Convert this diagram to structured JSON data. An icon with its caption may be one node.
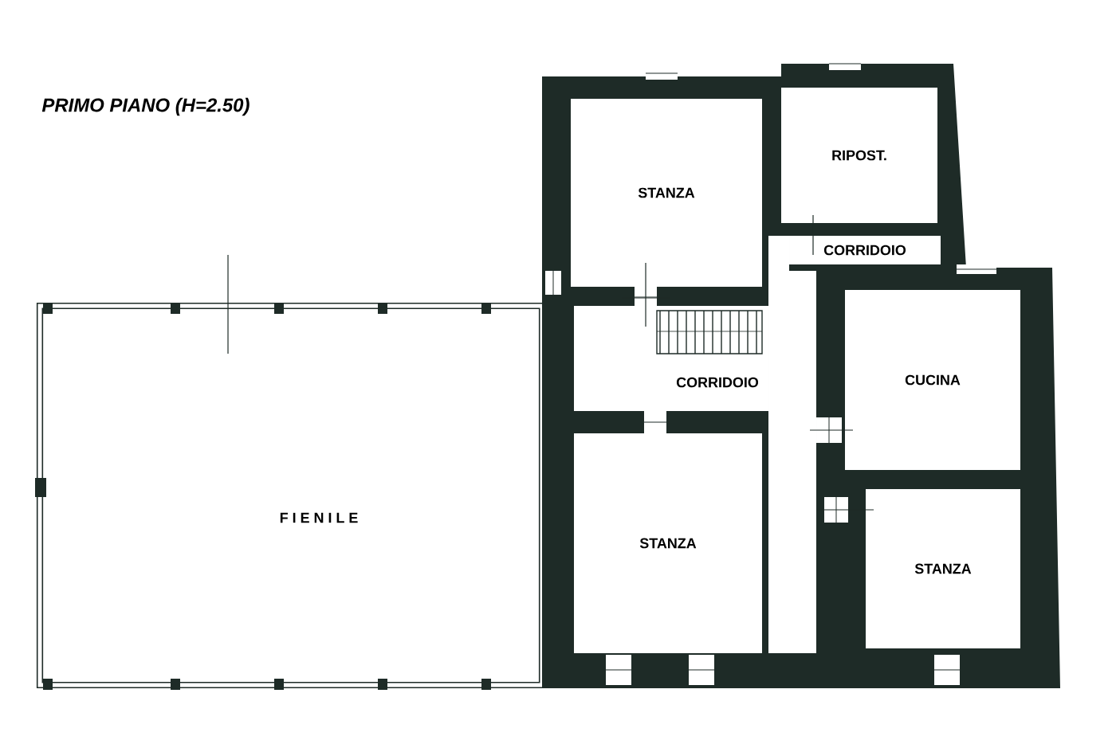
{
  "diagram": {
    "title": "PRIMO PIANO (H=2.50)",
    "nodes": [
      {
        "text": [
          "STANZA"
        ]
      },
      {
        "text": [
          "RIPOST."
        ]
      },
      {
        "text": [
          "CORRIDOIO"
        ]
      },
      {
        "text": [
          "CORRIDOIO"
        ]
      },
      {
        "text": [
          "CUCINA"
        ]
      },
      {
        "text": [
          "F I E N I L E"
        ]
      },
      {
        "text": [
          "STANZA"
        ]
      },
      {
        "text": [
          "STANZA"
        ]
      }
    ]
  }
}
